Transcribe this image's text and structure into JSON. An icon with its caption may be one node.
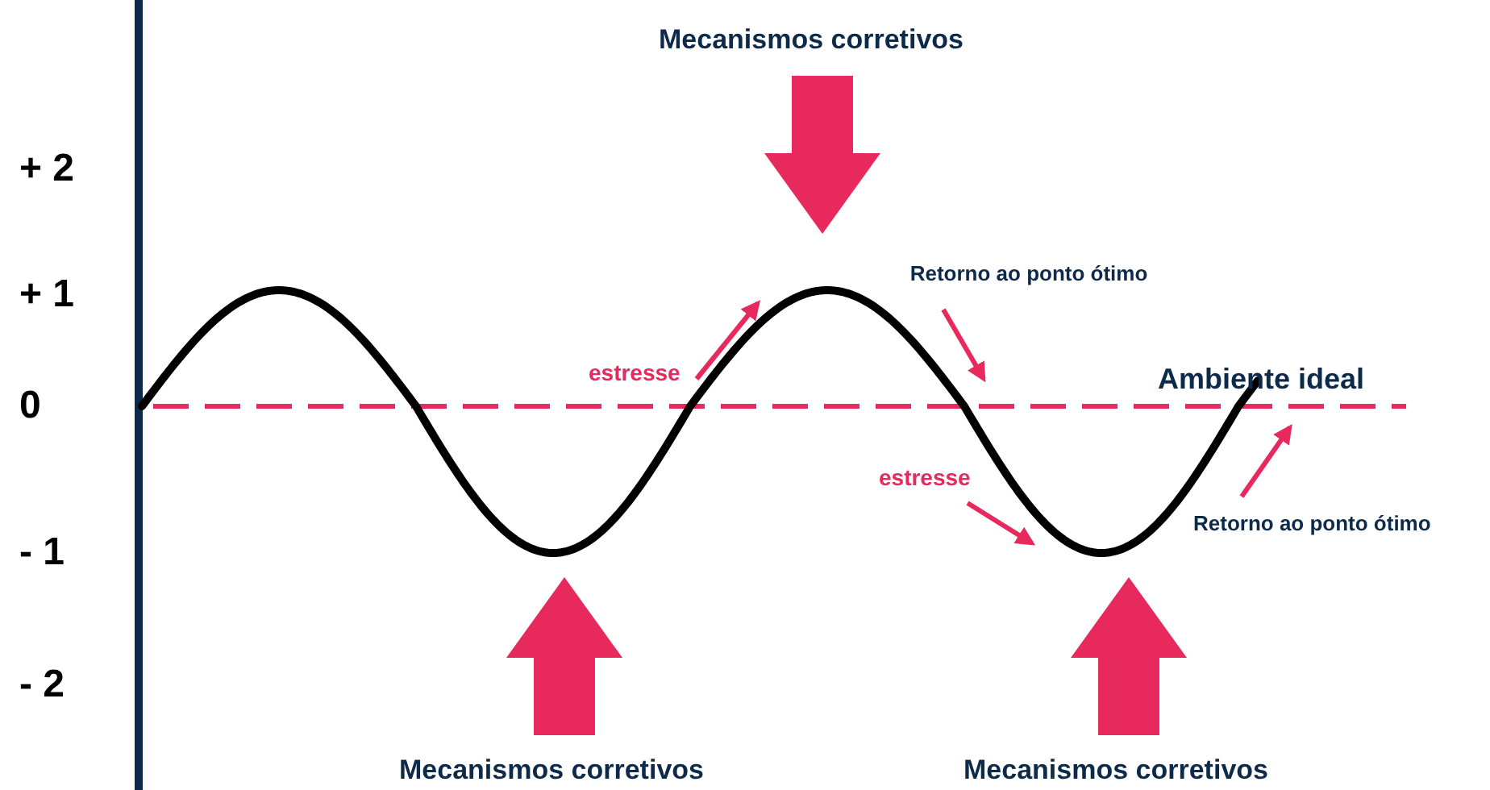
{
  "diagram": {
    "labels": [
      "Mecanismos corretivos",
      "+ 2",
      "Retorno ao ponto ótimo",
      "+ 1",
      "estresse",
      "Ambiente ideal",
      "0",
      "estresse",
      "- 1",
      "Retorno ao ponto ótimo",
      "- 2",
      "Mecanismos corretivos",
      "Mecanismos corretivos"
    ]
  }
}
